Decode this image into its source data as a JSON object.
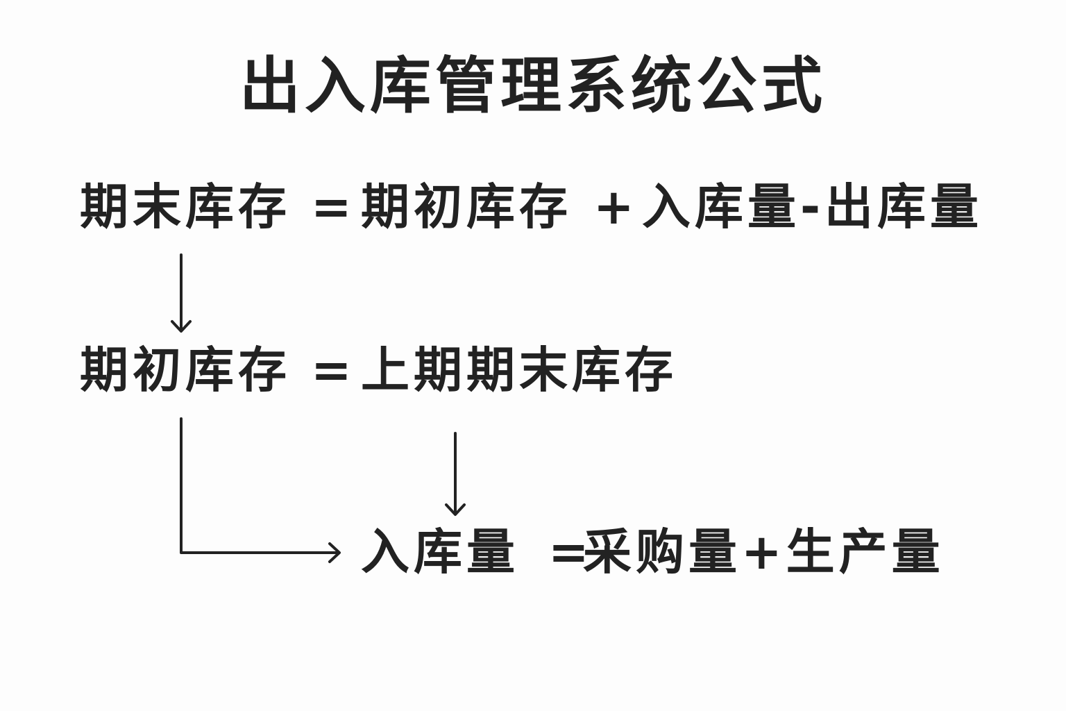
{
  "title": "出入库管理系统公式",
  "formulas": [
    {
      "lhs": "期末库存",
      "op": "=",
      "rhs1": "期初库存",
      "op2": "+",
      "rhs2": "入库量-出库量"
    },
    {
      "lhs": "期初库存",
      "op": "=",
      "rhs": "上期期末库存"
    },
    {
      "lhs": "入库量",
      "op": "=",
      "rhs": "采购量+生产量"
    }
  ],
  "colors": {
    "text": "#222222",
    "background": "#fdfdfd"
  }
}
